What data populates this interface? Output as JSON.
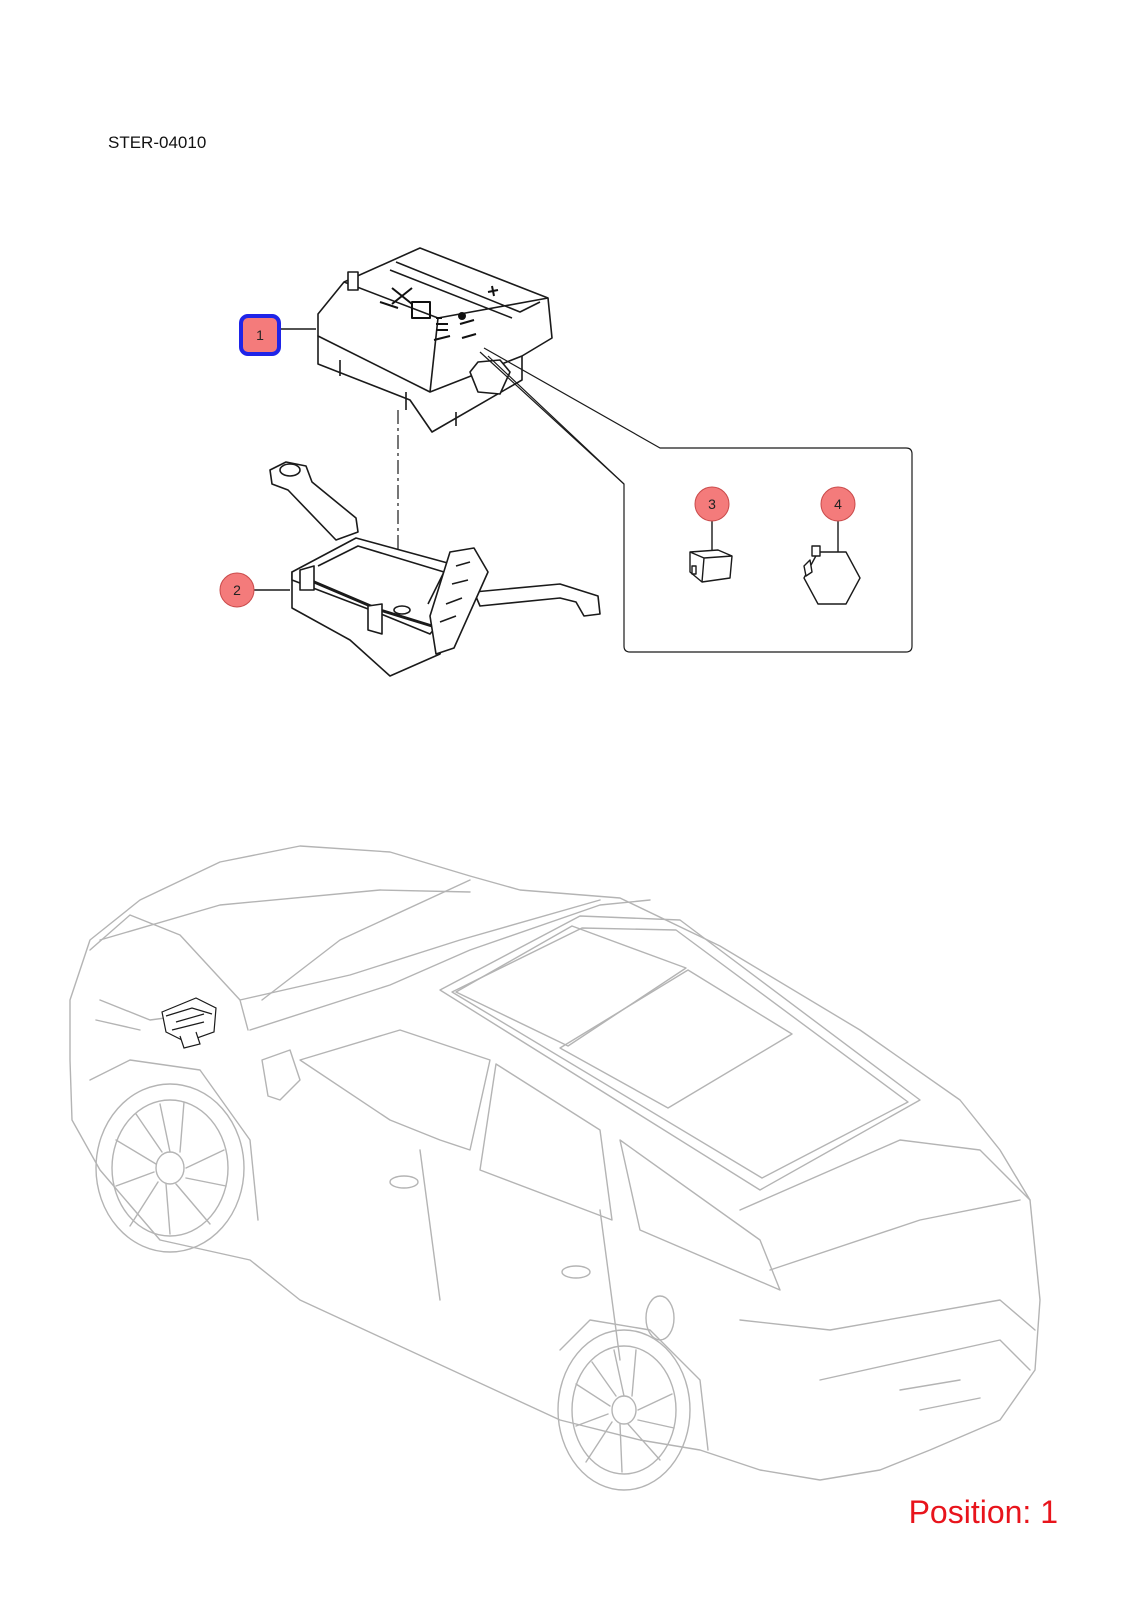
{
  "document": {
    "code": "STER-04010"
  },
  "callouts": [
    {
      "number": "1",
      "selected": true
    },
    {
      "number": "2",
      "selected": false
    },
    {
      "number": "3",
      "selected": false
    },
    {
      "number": "4",
      "selected": false
    }
  ],
  "position_label": "Position: 1",
  "colors": {
    "callout_fill": "#f47b7b",
    "callout_selected_border": "#1f24e8",
    "position_text": "#e8141c",
    "line_art": "#1a1a1a",
    "vehicle_art": "#b4b4b4"
  }
}
